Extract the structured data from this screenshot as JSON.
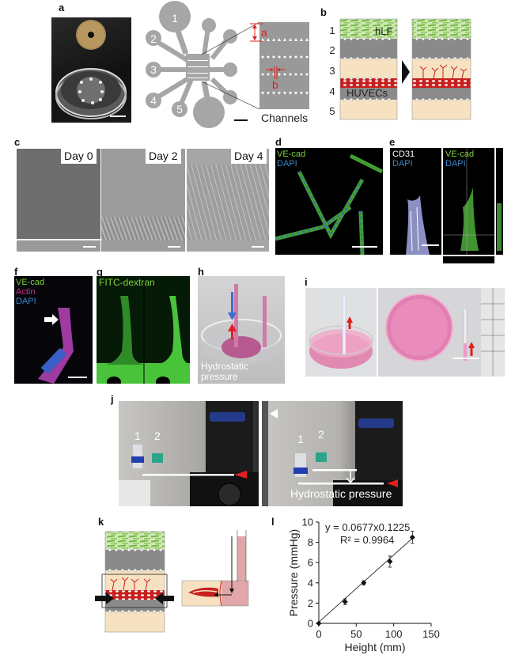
{
  "figure": {
    "panels": {
      "a": {
        "label": "a",
        "chip_wells": [
          "1",
          "2",
          "3",
          "4",
          "5"
        ],
        "inset_labels": {
          "a": "a",
          "b": "b"
        },
        "channels_label": "Channels"
      },
      "b": {
        "label": "b",
        "rows": [
          "1",
          "2",
          "3",
          "4",
          "5"
        ],
        "cell_labels": {
          "top": "hLF",
          "bottom": "HUVECs"
        }
      },
      "c": {
        "label": "c",
        "days": [
          "Day 0",
          "Day 2",
          "Day 4"
        ]
      },
      "d": {
        "label": "d",
        "stains": [
          "VE-cad",
          "DAPI"
        ]
      },
      "e": {
        "label": "e",
        "left_stains": [
          "CD31",
          "DAPI"
        ],
        "right_stains": [
          "VE-cad",
          "DAPI"
        ]
      },
      "f": {
        "label": "f",
        "stains": [
          "VE-cad",
          "Actin",
          "DAPI"
        ]
      },
      "g": {
        "label": "g",
        "stain": "FITC-dextran"
      },
      "h": {
        "label": "h",
        "caption_line1": "Hydrostatic",
        "caption_line2": "pressure"
      },
      "i": {
        "label": "i"
      },
      "j": {
        "label": "j",
        "left_tubes": [
          "1",
          "2"
        ],
        "right_tubes": [
          "1",
          "2"
        ],
        "caption": "Hydrostatic pressure"
      },
      "k": {
        "label": "k"
      },
      "l": {
        "label": "l"
      }
    },
    "colors": {
      "stain_green": "#7dd13a",
      "stain_blue": "#3a86c8",
      "stain_magenta": "#d0308a",
      "annotation_red": "#e02020",
      "chip_gray": "#a6a6a6",
      "hLF_green": "#7cc24a",
      "gel_beige": "#f6e2c0",
      "channel_gray": "#8a8a8a",
      "huvec_red": "#c8201e"
    }
  },
  "chart_data": {
    "type": "scatter",
    "title": "",
    "xlabel": "Height (mm)",
    "ylabel": "Pressure (mmHg)",
    "xlim": [
      0,
      150
    ],
    "ylim": [
      0,
      10
    ],
    "xticks": [
      "0",
      "50",
      "100",
      "150"
    ],
    "yticks": [
      "0",
      "2",
      "4",
      "6",
      "8",
      "10"
    ],
    "x": [
      0,
      35,
      60,
      95,
      125
    ],
    "y": [
      0,
      2.1,
      4.0,
      6.1,
      8.5
    ],
    "error": [
      0.05,
      0.25,
      0.2,
      0.55,
      0.6
    ],
    "trendline": {
      "slope": 0.0677,
      "intercept": 0.1225
    },
    "annotations": [
      "y = 0.0677x0.1225",
      "R² = 0.9964"
    ],
    "grid": false,
    "legend": null
  }
}
